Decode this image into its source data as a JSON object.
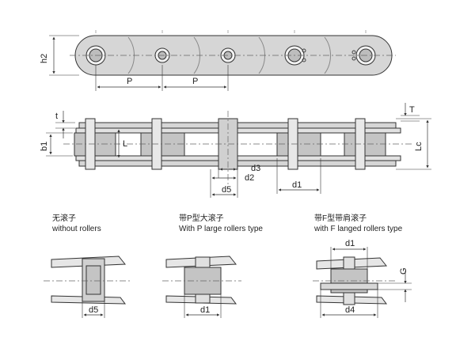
{
  "dimensions": {
    "pitch_left": "P",
    "pitch_right": "P",
    "h2": "h2",
    "t": "t",
    "b1": "b1",
    "L": "L",
    "T": "T",
    "Lc": "Lc",
    "d3": "d3",
    "d2": "d2",
    "d5_top": "d5",
    "d1_top": "d1"
  },
  "variants": [
    {
      "title_cn": "无滚子",
      "title_en": "without rollers",
      "dim_bottom": "d5"
    },
    {
      "title_cn": "带P型大滚子",
      "title_en": "With P large rollers type",
      "dim_bottom": "d1"
    },
    {
      "title_cn": "带F型带肩滚子",
      "title_en": "with F langed rollers type",
      "dim_top": "d1",
      "dim_side": "G",
      "dim_bottom": "d4"
    }
  ],
  "colors": {
    "line": "#333333",
    "plate": "#d4d4d4",
    "roller": "#c2c2c2",
    "pin": "#e8e8e8"
  }
}
